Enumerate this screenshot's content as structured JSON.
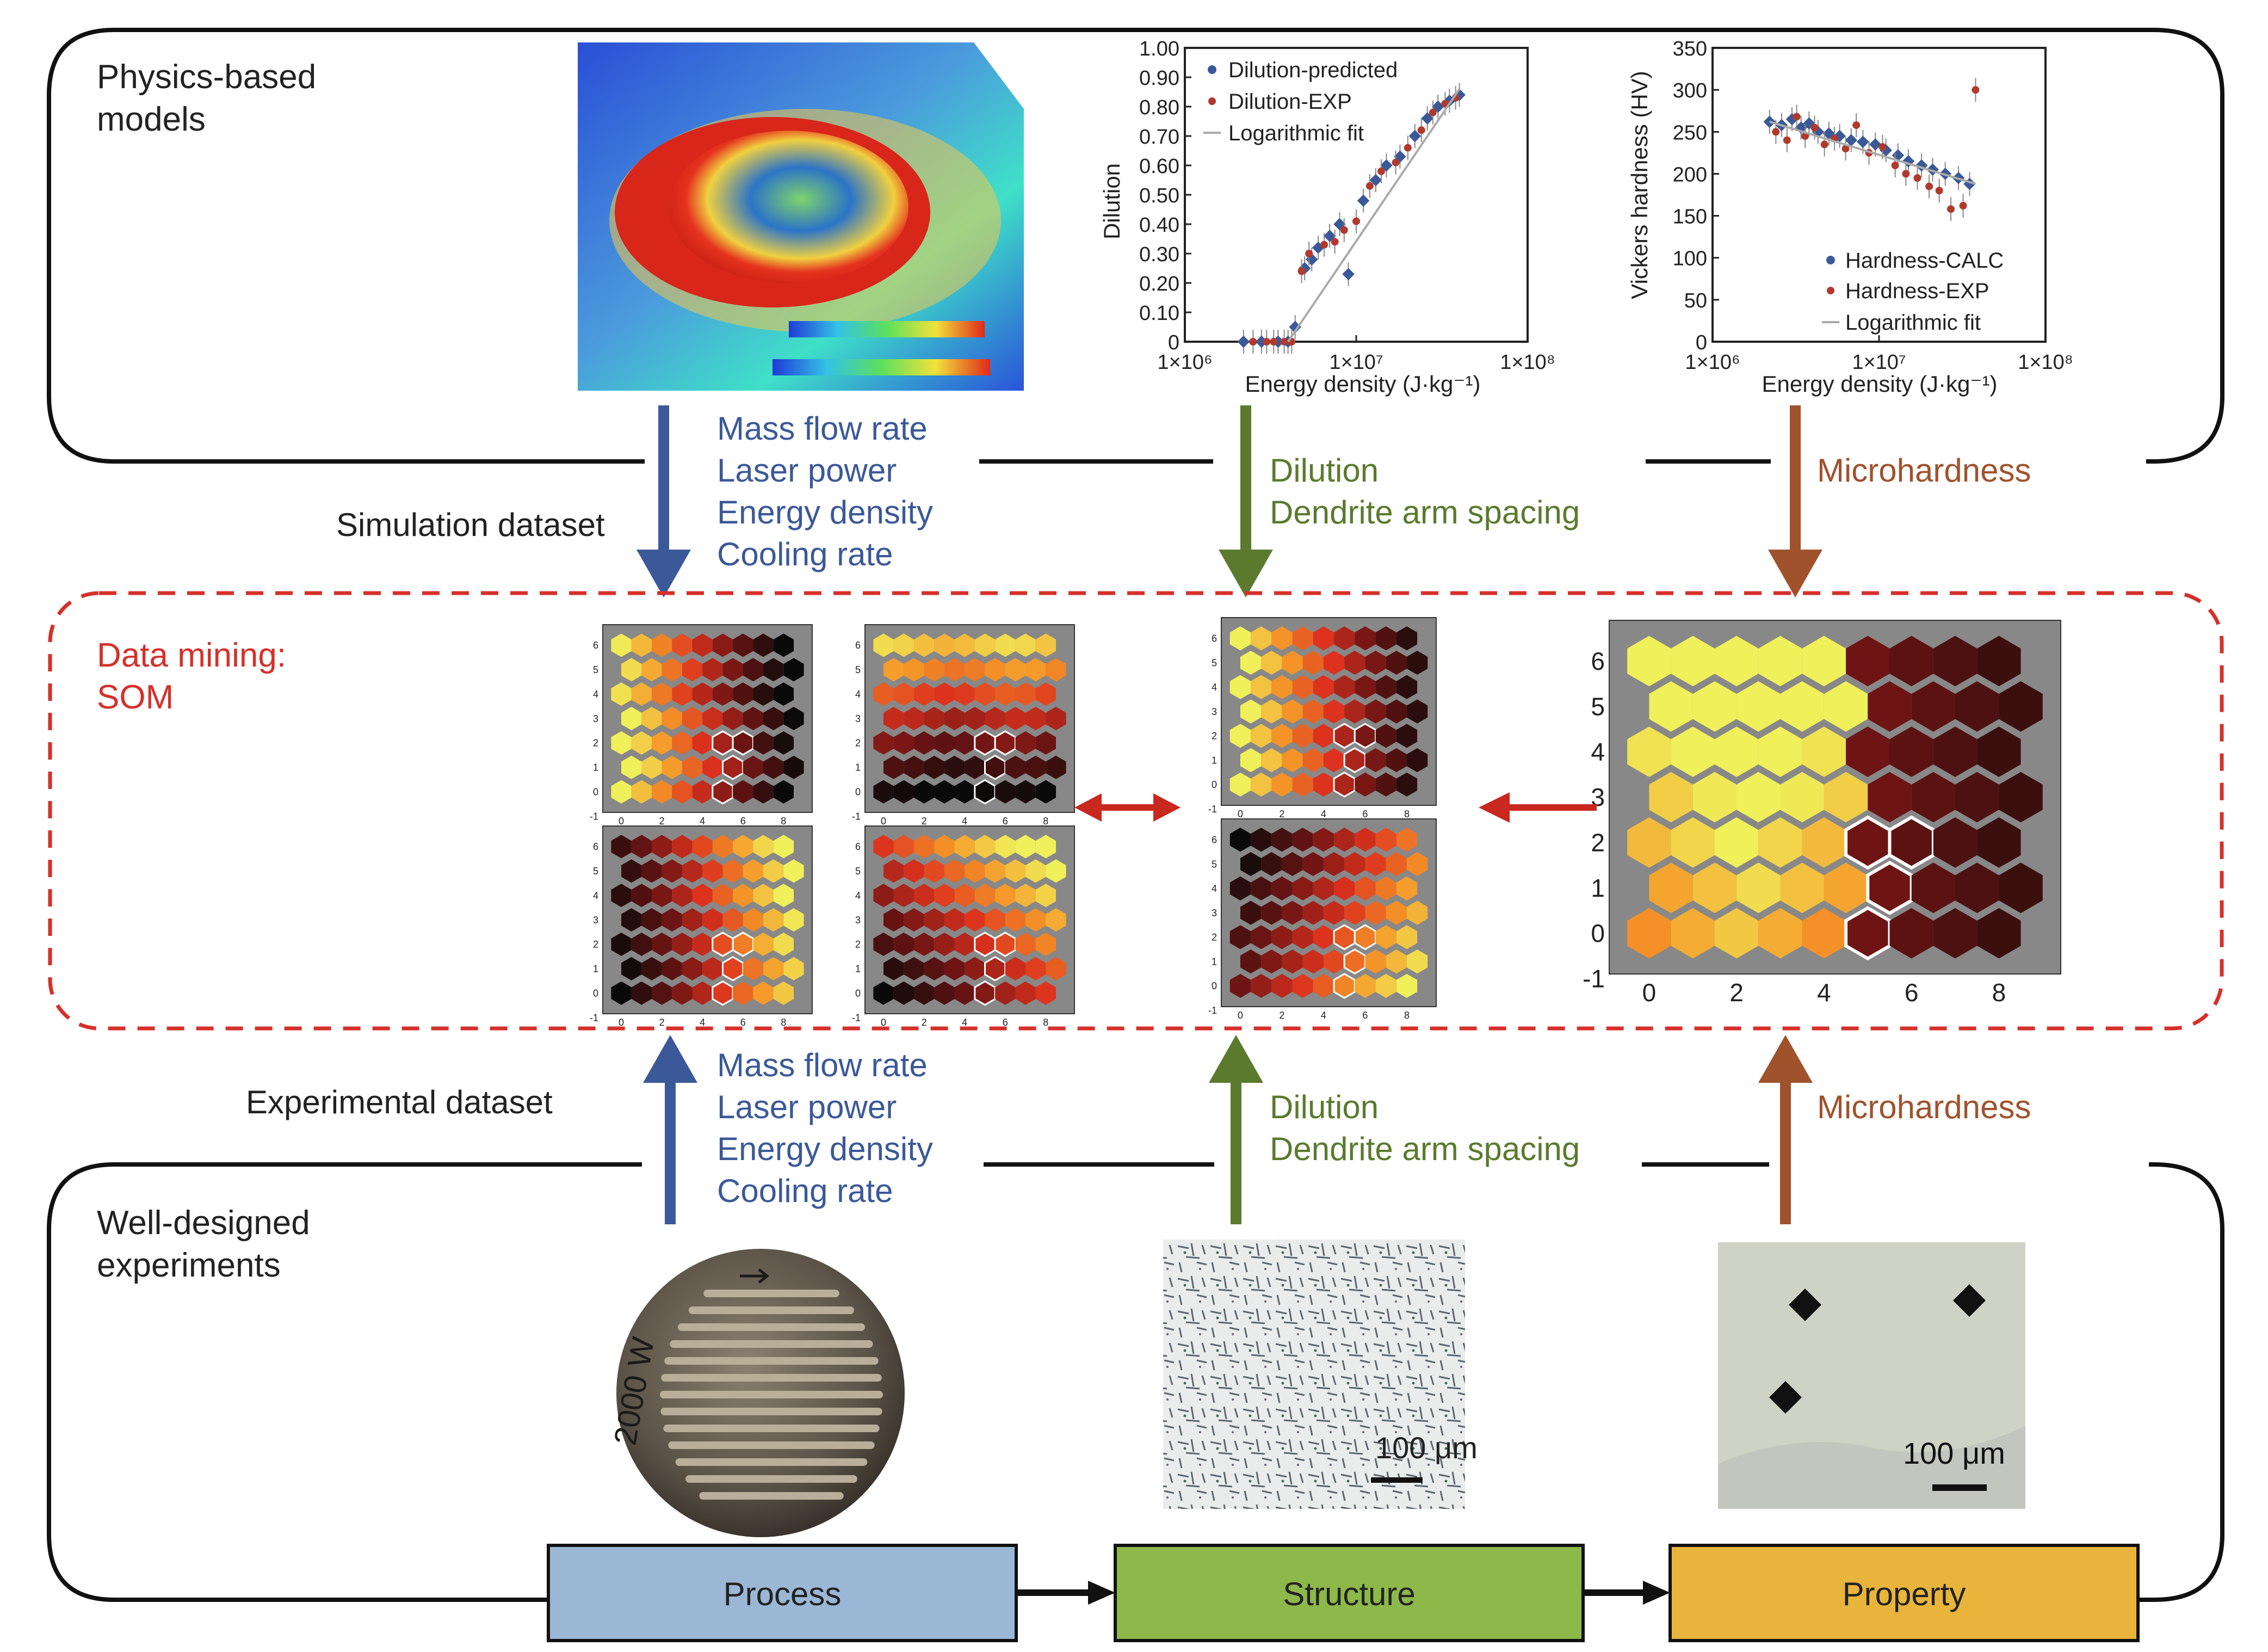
{
  "colors": {
    "blue": "#3b5998",
    "green": "#5b7a2e",
    "brown": "#a0522d",
    "red": "#d6302a",
    "process_fill": "#9bb7d6",
    "structure_fill": "#8db84a",
    "property_fill": "#e8b43c"
  },
  "top_panel": {
    "title_line1": "Physics-based",
    "title_line2": "models"
  },
  "bottom_panel": {
    "title_line1": "Well-designed",
    "title_line2": "experiments"
  },
  "datasets": {
    "simulation": "Simulation dataset",
    "experimental": "Experimental dataset"
  },
  "process_params": [
    "Mass flow rate",
    "Laser power",
    "Energy density",
    "Cooling rate"
  ],
  "structure_params": [
    "Dilution",
    "Dendrite arm spacing"
  ],
  "property_params": [
    "Microhardness"
  ],
  "som": {
    "label_line1": "Data mining:",
    "label_line2": "SOM",
    "small_x_ticks": [
      "0",
      "2",
      "4",
      "6",
      "8"
    ],
    "small_y_ticks": [
      "6",
      "5",
      "4",
      "3",
      "2",
      "1",
      "0",
      "-1"
    ],
    "large_x_ticks": [
      "0",
      "2",
      "4",
      "6",
      "8"
    ],
    "large_y_ticks": [
      "6",
      "5",
      "4",
      "3",
      "2",
      "1",
      "0",
      "-1"
    ]
  },
  "pipeline": {
    "process": "Process",
    "structure": "Structure",
    "property": "Property"
  },
  "micrographs": {
    "structure_scale": "100 μm",
    "property_scale": "100 μm",
    "sample_label": "2000 W"
  },
  "chart_data": [
    {
      "type": "scatter",
      "x_scale": "log",
      "xlim": [
        1000000,
        100000000
      ],
      "ylim": [
        0,
        1.0
      ],
      "xlabel": "Energy density (J·kg⁻¹)",
      "ylabel": "Dilution",
      "x_tick_labels": [
        "1×10⁶",
        "1×10⁷",
        "1×10⁸"
      ],
      "y_tick_labels": [
        "0",
        "0.10",
        "0.20",
        "0.30",
        "0.40",
        "0.50",
        "0.60",
        "0.70",
        "0.80",
        "0.90",
        "1.00"
      ],
      "legend": [
        "Dilution-predicted",
        "Dilution-EXP",
        "Logarithmic fit"
      ],
      "legend_position": "top-left",
      "series": [
        {
          "name": "Dilution-predicted",
          "color": "#3b5998",
          "x": [
            2200000,
            2800000,
            3500000,
            4000000,
            4400000,
            5000000,
            5500000,
            6000000,
            7000000,
            8000000,
            9000000,
            11000000,
            13000000,
            15000000,
            18000000,
            22000000,
            26000000,
            30000000,
            35000000,
            40000000
          ],
          "y": [
            0,
            0,
            0,
            0,
            0.05,
            0.25,
            0.28,
            0.32,
            0.36,
            0.4,
            0.23,
            0.48,
            0.55,
            0.6,
            0.63,
            0.7,
            0.76,
            0.8,
            0.82,
            0.84
          ]
        },
        {
          "name": "Dilution-EXP",
          "color": "#b03a2e",
          "x": [
            2500000,
            3000000,
            3300000,
            3800000,
            4200000,
            4800000,
            5300000,
            6500000,
            7500000,
            8500000,
            10000000,
            12000000,
            14000000,
            17000000,
            20000000,
            24000000,
            28000000,
            33000000,
            38000000
          ],
          "y": [
            0,
            0,
            0,
            0,
            0,
            0.24,
            0.3,
            0.33,
            0.34,
            0.38,
            0.41,
            0.53,
            0.58,
            0.61,
            0.66,
            0.72,
            0.78,
            0.81,
            0.83
          ]
        },
        {
          "name": "Logarithmic fit",
          "color": "#aaaaaa",
          "x": [
            4000000,
            40000000
          ],
          "y": [
            0,
            0.86
          ]
        }
      ]
    },
    {
      "type": "scatter",
      "x_scale": "log",
      "xlim": [
        1000000,
        100000000
      ],
      "ylim": [
        0,
        350
      ],
      "xlabel": "Energy density (J·kg⁻¹)",
      "ylabel": "Vickers hardness (HV)",
      "x_tick_labels": [
        "1×10⁶",
        "1×10⁷",
        "1×10⁸"
      ],
      "y_tick_labels": [
        "0",
        "50",
        "100",
        "150",
        "200",
        "250",
        "300",
        "350"
      ],
      "legend": [
        "Hardness-CALC",
        "Hardness-EXP",
        "Logarithmic fit"
      ],
      "legend_position": "bottom-right",
      "series": [
        {
          "name": "Hardness-CALC",
          "color": "#3b5998",
          "x": [
            2200000,
            2600000,
            3000000,
            3400000,
            3800000,
            4300000,
            5000000,
            5800000,
            6800000,
            8000000,
            9500000,
            11000000,
            13000000,
            15000000,
            18000000,
            21000000,
            25000000,
            30000000,
            35000000
          ],
          "y": [
            262,
            258,
            265,
            255,
            260,
            250,
            248,
            245,
            240,
            238,
            235,
            228,
            222,
            215,
            210,
            205,
            200,
            195,
            188
          ]
        },
        {
          "name": "Hardness-EXP",
          "color": "#b03a2e",
          "x": [
            2400000,
            2800000,
            3200000,
            3600000,
            4100000,
            4700000,
            5400000,
            6300000,
            7300000,
            8700000,
            10500000,
            12500000,
            14500000,
            17000000,
            20000000,
            23000000,
            27000000,
            32000000,
            38000000
          ],
          "y": [
            250,
            240,
            268,
            245,
            255,
            235,
            242,
            230,
            258,
            225,
            232,
            210,
            200,
            195,
            185,
            180,
            158,
            162,
            300
          ]
        },
        {
          "name": "Logarithmic fit",
          "color": "#aaaaaa",
          "x": [
            2200000,
            38000000
          ],
          "y": [
            262,
            188
          ]
        }
      ]
    }
  ]
}
